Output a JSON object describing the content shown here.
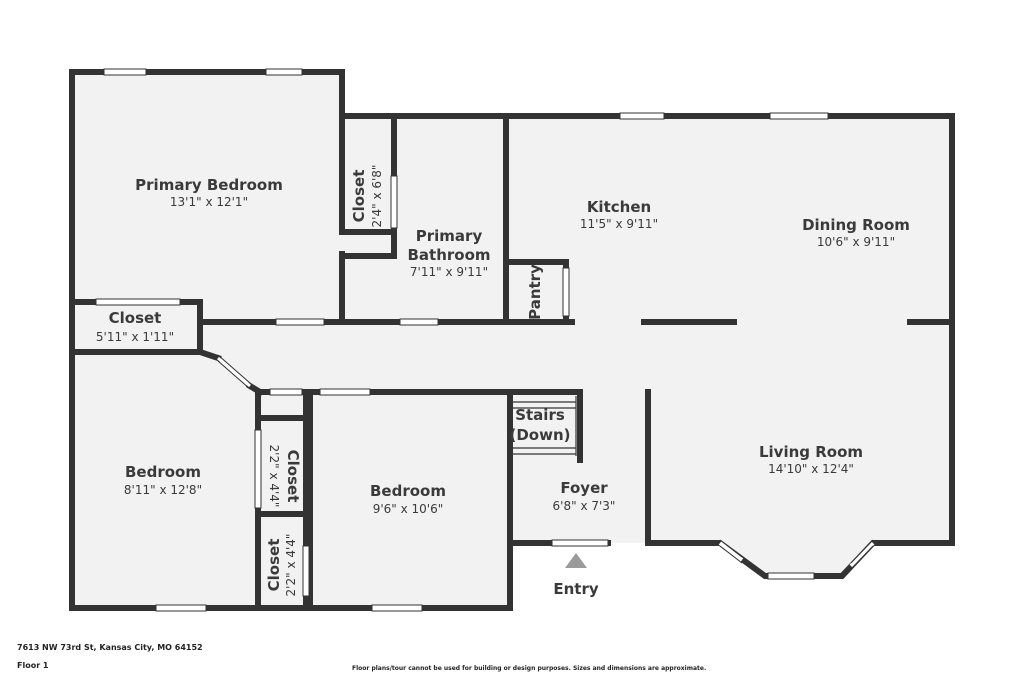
{
  "colors": {
    "wall": "#333333",
    "floor": "#f2f2f2",
    "window": "#ffffff",
    "entry_arrow": "#9a9a9a"
  },
  "rooms": {
    "primary_bedroom": {
      "name": "Primary Bedroom",
      "dims": "13'1\" x 12'1\""
    },
    "closet_primary": {
      "name": "Closet",
      "dims": "2'4\" x 6'8\""
    },
    "primary_bathroom": {
      "name_line1": "Primary",
      "name_line2": "Bathroom",
      "dims": "7'11\" x 9'11\""
    },
    "kitchen": {
      "name": "Kitchen",
      "dims": "11'5\" x 9'11\""
    },
    "dining_room": {
      "name": "Dining Room",
      "dims": "10'6\" x 9'11\""
    },
    "pantry": {
      "name": "Pantry"
    },
    "hall_closet": {
      "name": "Closet",
      "dims": "5'11\" x 1'11\""
    },
    "bedroom_left": {
      "name": "Bedroom",
      "dims": "8'11\" x 12'8\""
    },
    "closet_upper": {
      "name": "Closet",
      "dims": "2'2\" x 4'4\""
    },
    "closet_lower": {
      "name": "Closet",
      "dims": "2'2\" x 4'4\""
    },
    "bedroom_center": {
      "name": "Bedroom",
      "dims": "9'6\" x 10'6\""
    },
    "stairs": {
      "name_line1": "Stairs",
      "name_line2": "(Down)"
    },
    "foyer": {
      "name": "Foyer",
      "dims": "6'8\" x 7'3\""
    },
    "living_room": {
      "name": "Living Room",
      "dims": "14'10\" x 12'4\""
    }
  },
  "entry": {
    "label": "Entry"
  },
  "footer": {
    "address": "7613 NW 73rd St, Kansas City, MO 64152",
    "floor": "Floor 1",
    "disclaimer": "Floor plans/tour cannot be used for building or design purposes. Sizes and dimensions are approximate."
  }
}
